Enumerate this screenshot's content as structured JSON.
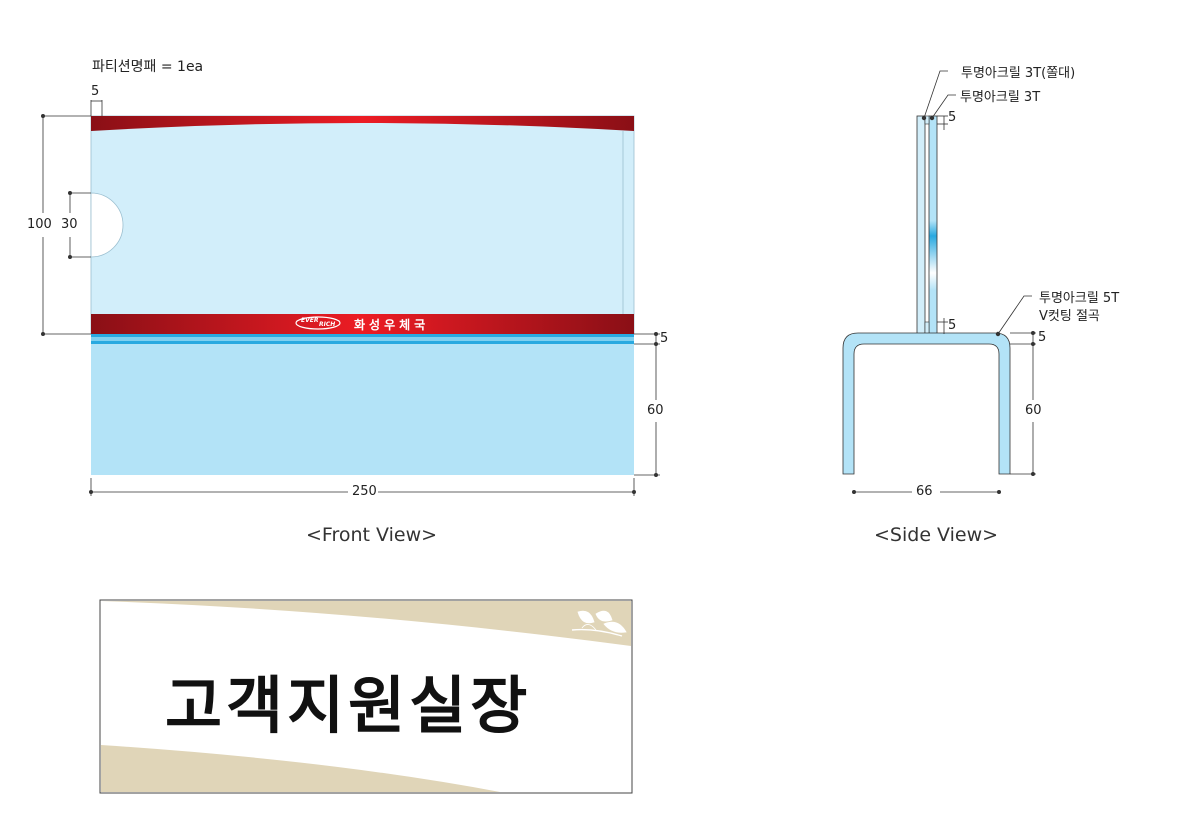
{
  "header": {
    "title": "파티션명패 = 1ea"
  },
  "front_view": {
    "caption": "<Front View>",
    "dimensions": {
      "width": "250",
      "height": "100",
      "cutout": "30",
      "top_margin": "5",
      "base_gap": "5",
      "base_height": "60"
    },
    "logo": {
      "brand_top": "EVER",
      "brand_bottom": "RICH",
      "org_name": "화성우체국"
    },
    "colors": {
      "red_band": "#c4151f",
      "panel": "#d2eefa",
      "base": "#b3e3f7",
      "accent_blue": "#29a9e0"
    }
  },
  "side_view": {
    "caption": "<Side View>",
    "dimensions": {
      "depth": "66",
      "base_height": "60",
      "top": "5",
      "mid": "5",
      "base_gap": "5"
    },
    "callouts": {
      "callout_1": "투명아크릴 3T(쫄대)",
      "callout_2": "투명아크릴 3T",
      "callout_3_line1": "투명아크릴 5T",
      "callout_3_line2": "V컷팅 절곡"
    }
  },
  "sign_sample": {
    "title": "고객지원실장",
    "colors": {
      "accent_beige": "#e0d5b8",
      "text": "#111111"
    },
    "ornament_icon": "leaf-ornament-icon"
  }
}
